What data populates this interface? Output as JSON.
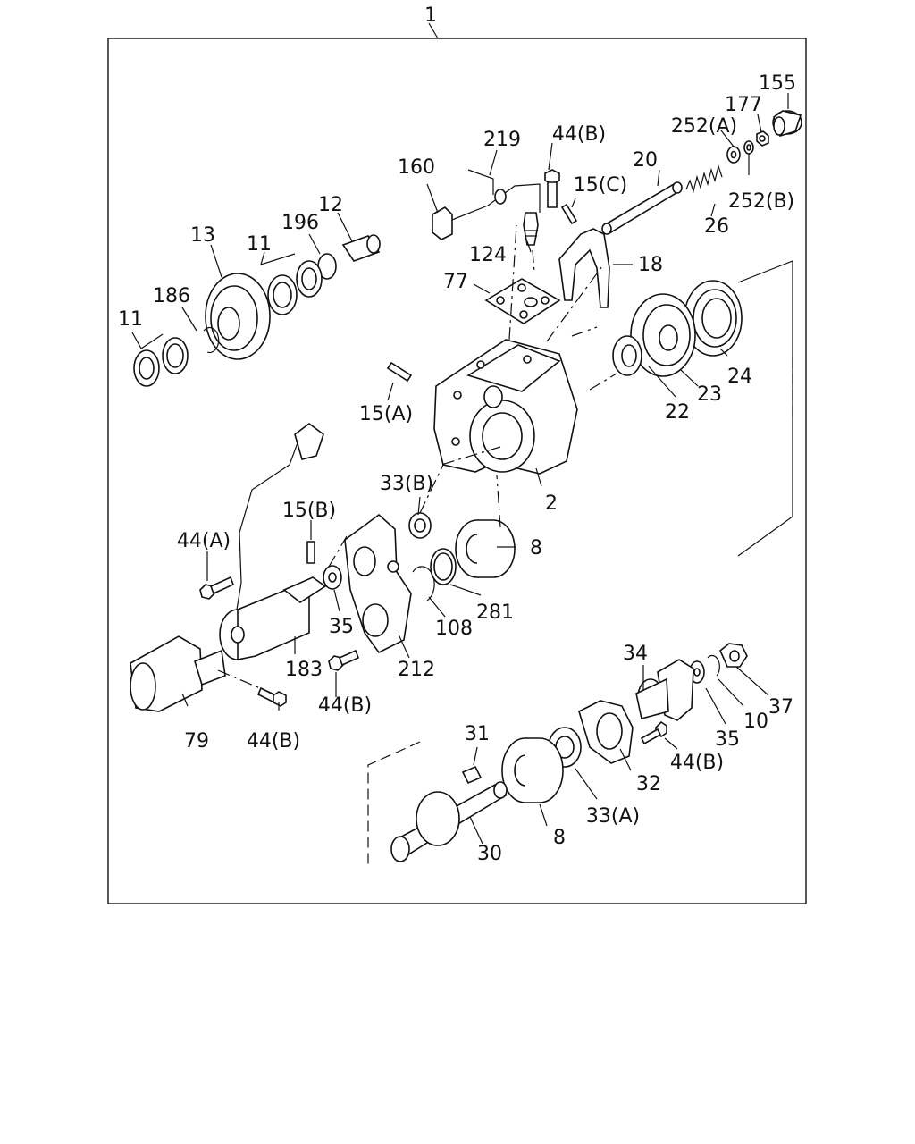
{
  "assembly_label": "1",
  "callouts": {
    "c155": "155",
    "c177": "177",
    "c252a": "252(A)",
    "c252b": "252(B)",
    "c44b_top": "44(B)",
    "c219": "219",
    "c160": "160",
    "c20": "20",
    "c15c": "15(C)",
    "c26": "26",
    "c12": "12",
    "c196": "196",
    "c13": "13",
    "c11_mid": "11",
    "c124": "124",
    "c18": "18",
    "c77": "77",
    "c186": "186",
    "c11_left": "11",
    "c24": "24",
    "c23": "23",
    "c22": "22",
    "c15a": "15(A)",
    "c33b": "33(B)",
    "c2": "2",
    "c15b": "15(B)",
    "c44a": "44(A)",
    "c8_mid": "8",
    "c281": "281",
    "c35_left": "35",
    "c108": "108",
    "c183": "183",
    "c212": "212",
    "c44b_mid": "44(B)",
    "c79": "79",
    "c44b_low": "44(B)",
    "c34": "34",
    "c37": "37",
    "c10": "10",
    "c35_right": "35",
    "c44b_right": "44(B)",
    "c31": "31",
    "c32": "32",
    "c33a": "33(A)",
    "c8_low": "8",
    "c30": "30"
  }
}
